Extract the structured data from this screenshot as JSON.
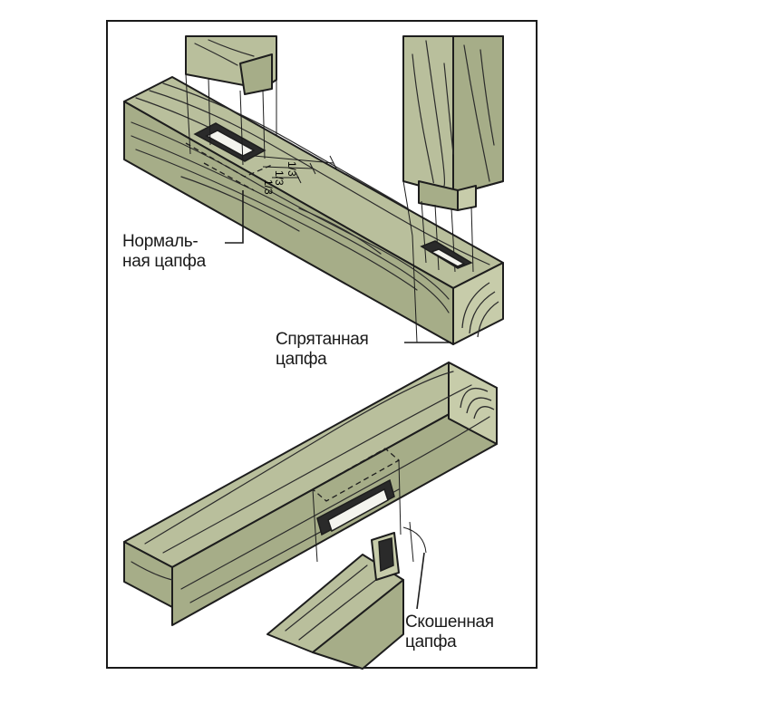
{
  "labels": {
    "normal_line1": "Нормаль-",
    "normal_line2": "ная цапфа",
    "hidden_line1": "Спрятанная",
    "hidden_line2": "цапфа",
    "bevel_line1": "Скошенная",
    "bevel_line2": "цапфа"
  },
  "dimensions": {
    "dim_1": "1/3",
    "dim_2": "1/3",
    "dim_3": "1/3"
  },
  "colors": {
    "wood": "#b9bf9c",
    "frame": "#1a1a1a",
    "background": "#ffffff"
  }
}
